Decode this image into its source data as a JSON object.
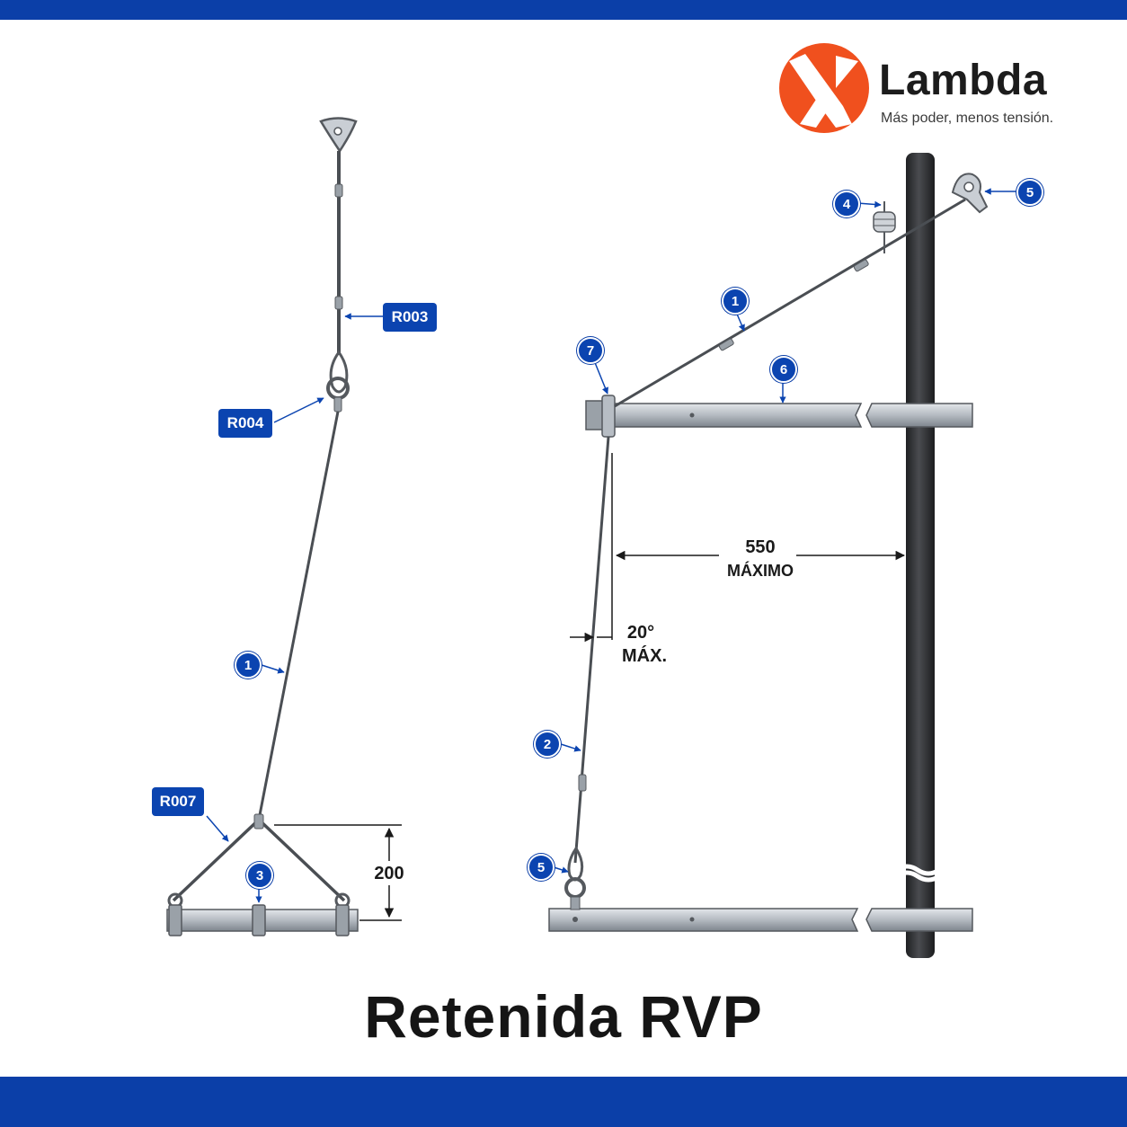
{
  "colors": {
    "band": "#0b3fa8",
    "tag": "#0b44b0",
    "brand_orange": "#f0501e",
    "steel": "#b9bfc6",
    "steel_dark": "#6f767e",
    "pole": "#2e2f31",
    "cable": "#4a4e53"
  },
  "brand": {
    "name": "Lambda",
    "tagline": "Más poder, menos tensión.",
    "icon": "lambda-logo-icon"
  },
  "title": "Retenida RVP",
  "left_assembly": {
    "tags": [
      "R003",
      "R004",
      "R007"
    ],
    "numbers": [
      "1",
      "3"
    ],
    "dimension": "200"
  },
  "right_assembly": {
    "numbers": [
      "1",
      "2",
      "4",
      "5",
      "5",
      "6",
      "7"
    ],
    "dimension_value": "550",
    "dimension_label": "MÁXIMO",
    "angle_value": "20°",
    "angle_label": "MÁX."
  }
}
